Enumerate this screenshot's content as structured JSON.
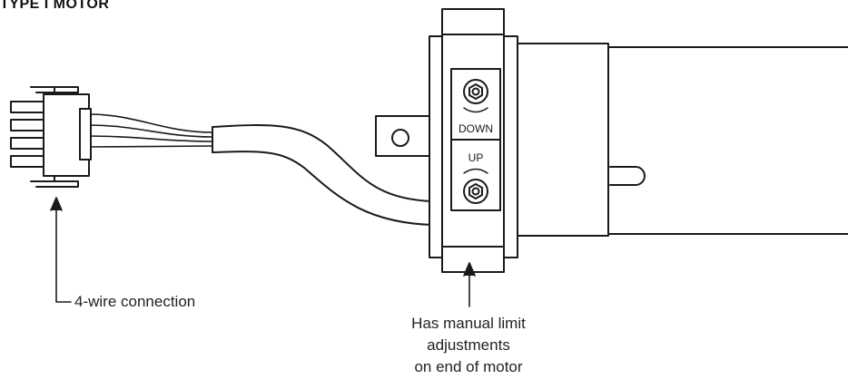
{
  "title": "TYPE I MOTOR",
  "labels": {
    "down": "DOWN",
    "up": "UP"
  },
  "callouts": {
    "connection": "4-wire connection",
    "limit_lines": [
      "Has manual limit",
      "adjustments",
      "on end of motor"
    ]
  }
}
